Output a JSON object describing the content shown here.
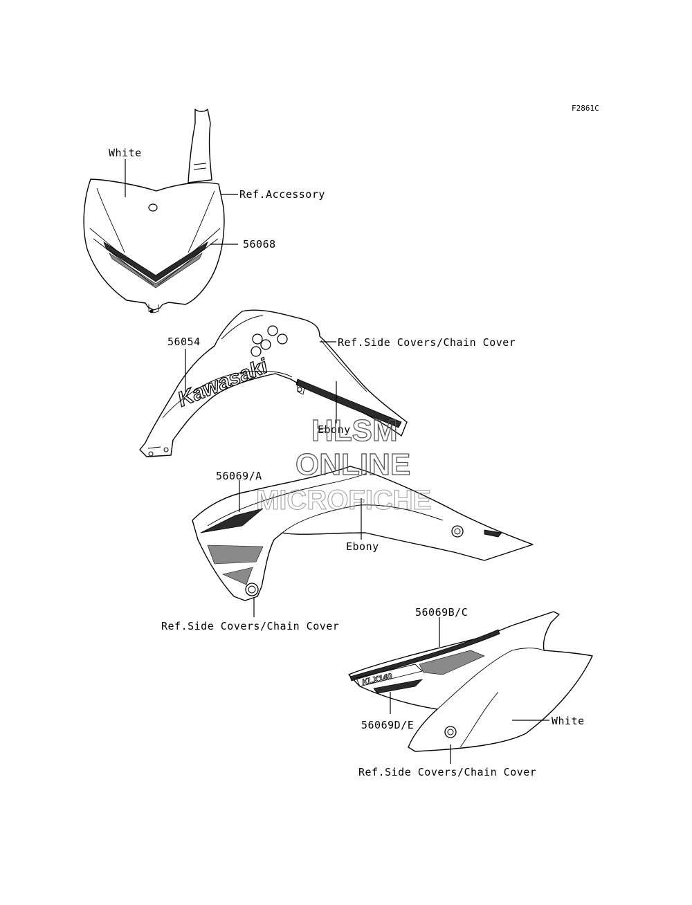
{
  "diagram": {
    "figure_code": "F2861C",
    "labels": {
      "white_top": "White",
      "ref_accessory": "Ref.Accessory",
      "part_56068": "56068",
      "part_56054": "56054",
      "ref_side_covers_1": "Ref.Side Covers/Chain Cover",
      "ebony_1": "Ebony",
      "part_56069_a": "56069/A",
      "ebony_2": "Ebony",
      "ref_side_covers_2": "Ref.Side Covers/Chain Cover",
      "part_56069_b_c": "56069B/C",
      "part_56069_d_e": "56069D/E",
      "white_bottom": "White",
      "ref_side_covers_3": "Ref.Side Covers/Chain Cover"
    },
    "decals": {
      "brand": "Kawasaki",
      "model": "KLX140"
    }
  },
  "watermark": {
    "line1": "HLSM",
    "line2": "ONLINE",
    "line3": "MICROFICHE"
  }
}
